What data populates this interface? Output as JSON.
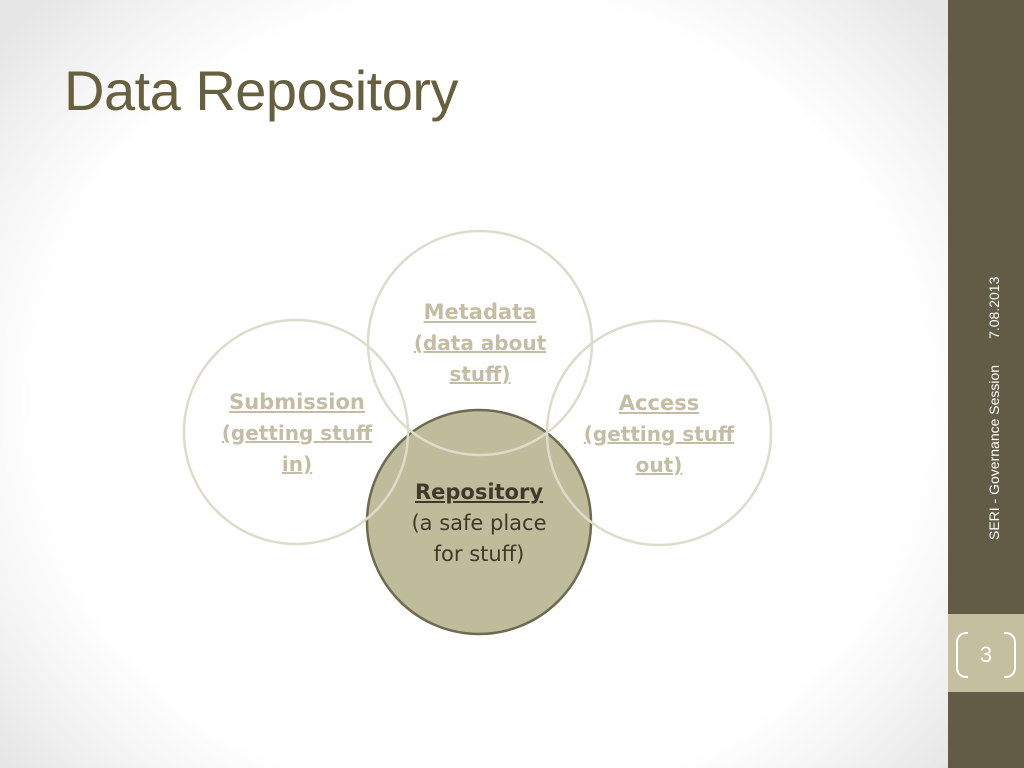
{
  "slide": {
    "title": "Data Repository",
    "page_number": "3"
  },
  "footer": {
    "session": "SERI - Governance Session",
    "date": "7.08.2013"
  },
  "diagram": {
    "metadata": {
      "title": "Metadata",
      "line2": "(data about",
      "line3": "stuff)"
    },
    "submission": {
      "title": "Submission",
      "line2": "(getting stuff",
      "line3": "in)"
    },
    "access": {
      "title": "Access",
      "line2": "(getting stuff",
      "line3": "out)"
    },
    "repository": {
      "title": "Repository",
      "line2": "(a safe place",
      "line3": "for stuff)"
    }
  },
  "colors": {
    "accent_dark": "#625b45",
    "accent_light": "#c3bf9f",
    "circle_outline": "#dddccb",
    "center_fill": "#bfbc9b",
    "center_stroke": "#6e6a4f",
    "title_text": "#67603f"
  }
}
